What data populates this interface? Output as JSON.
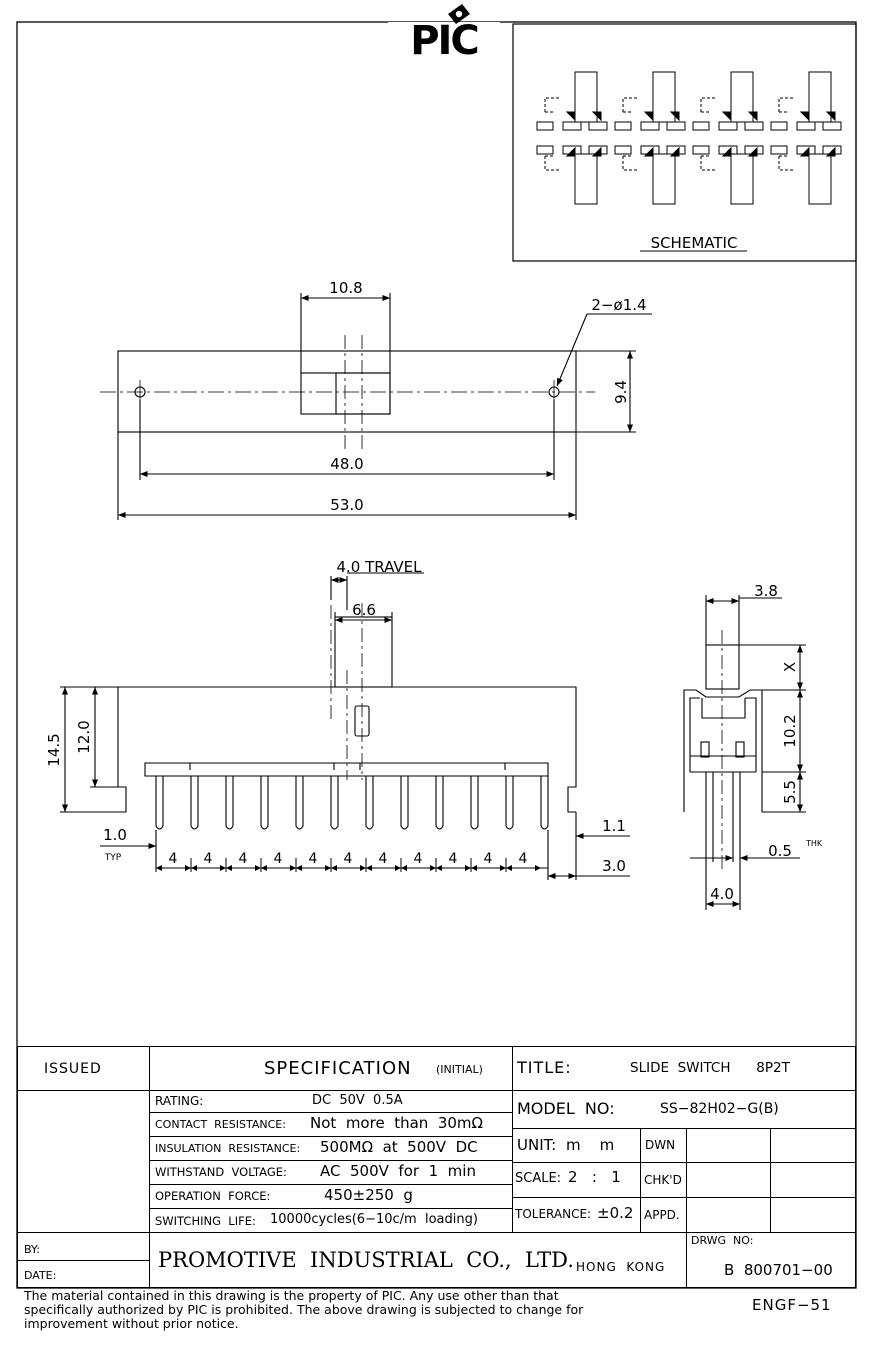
{
  "logo": "PIC",
  "schematic_label": "SCHEMATIC",
  "top_view": {
    "dim_width_slider": "10.8",
    "dim_holes": "2−ø1.4",
    "dim_height": "9.4",
    "dim_hole_pitch": "48.0",
    "dim_length": "53.0"
  },
  "front_view": {
    "dim_travel": "4.0 TRAVEL",
    "dim_knob": "6.6",
    "dim_total_height": "14.5",
    "dim_body_height": "12.0",
    "dim_edge": "1.0",
    "dim_edge_note": "TYP",
    "pitch_labels": [
      "4",
      "4",
      "4",
      "4",
      "4",
      "4",
      "4",
      "4",
      "4",
      "4",
      "4"
    ],
    "dim_pin_a": "1.1",
    "dim_pin_b": "3.0"
  },
  "side_view": {
    "dim_knob_width": "3.8",
    "dim_x": "X",
    "dim_body": "10.2",
    "dim_pin_len": "5.5",
    "dim_thk": "0.5",
    "dim_thk_sup": "THK",
    "dim_base": "4.0"
  },
  "title_block": {
    "issued": "ISSUED",
    "specification": "SPECIFICATION",
    "initial": "(INITIAL)",
    "title_label": "TITLE:",
    "title_value": "SLIDE  SWITCH      8P2T",
    "rating_label": "RATING:",
    "rating_value": "DC  50V  0.5A",
    "contact_label": "CONTACT  RESISTANCE:",
    "contact_value": "Not  more  than  30mΩ",
    "insulation_label": "INSULATION  RESISTANCE:",
    "insulation_value": "500MΩ  at  500V  DC",
    "withstand_label": "WITHSTAND  VOLTAGE:",
    "withstand_value": "AC  500V  for  1  min",
    "operation_label": "OPERATION  FORCE:",
    "operation_value": "450±250  g",
    "switching_label": "SWITCHING  LIFE:",
    "switching_value": "10000cycles(6−10c/m  loading)",
    "model_label": "MODEL  NO:",
    "model_value": "SS−82H02−G(B)",
    "unit_label": "UNIT:",
    "unit_value": "m    m",
    "dwn": "DWN",
    "scale_label": "SCALE:",
    "scale_value": "2   :   1",
    "chkd": "CHK'D",
    "tolerance_label": "TOLERANCE:",
    "tolerance_value": "±0.2",
    "appd": "APPD.",
    "by": "BY:",
    "date": "DATE:",
    "company": "PROMOTIVE  INDUSTRIAL  CO.,  LTD.",
    "location": "HONG  KONG",
    "drwg_label": "DRWG  NO:",
    "drwg_value": "B  800701−00"
  },
  "footer": {
    "line1": "The material contained in this drawing is the property of PIC. Any use other than that",
    "line2": "specifically authorized by PIC is prohibited. The above drawing is subjected to change for",
    "line3": "improvement without prior notice.",
    "form_no": "ENGF−51"
  }
}
